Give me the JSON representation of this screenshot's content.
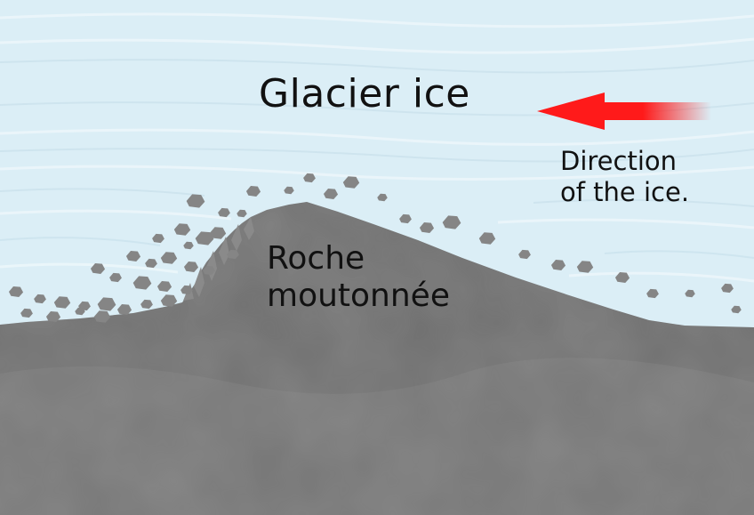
{
  "labels": {
    "glacier_ice": "Glacier ice",
    "direction_line1": "Direction",
    "direction_line2": "of the ice.",
    "rock_line1": "Roche",
    "rock_line2": "moutonnée"
  },
  "arrow": {
    "direction": "left"
  },
  "colors": {
    "ice": "#dbeef6",
    "ice_streak": "#eef7fb",
    "bedrock": "#707070",
    "bedrock_light": "#7d7d7d",
    "debris": "#858585",
    "arrow": "#ff1a1a",
    "text": "#111111"
  }
}
